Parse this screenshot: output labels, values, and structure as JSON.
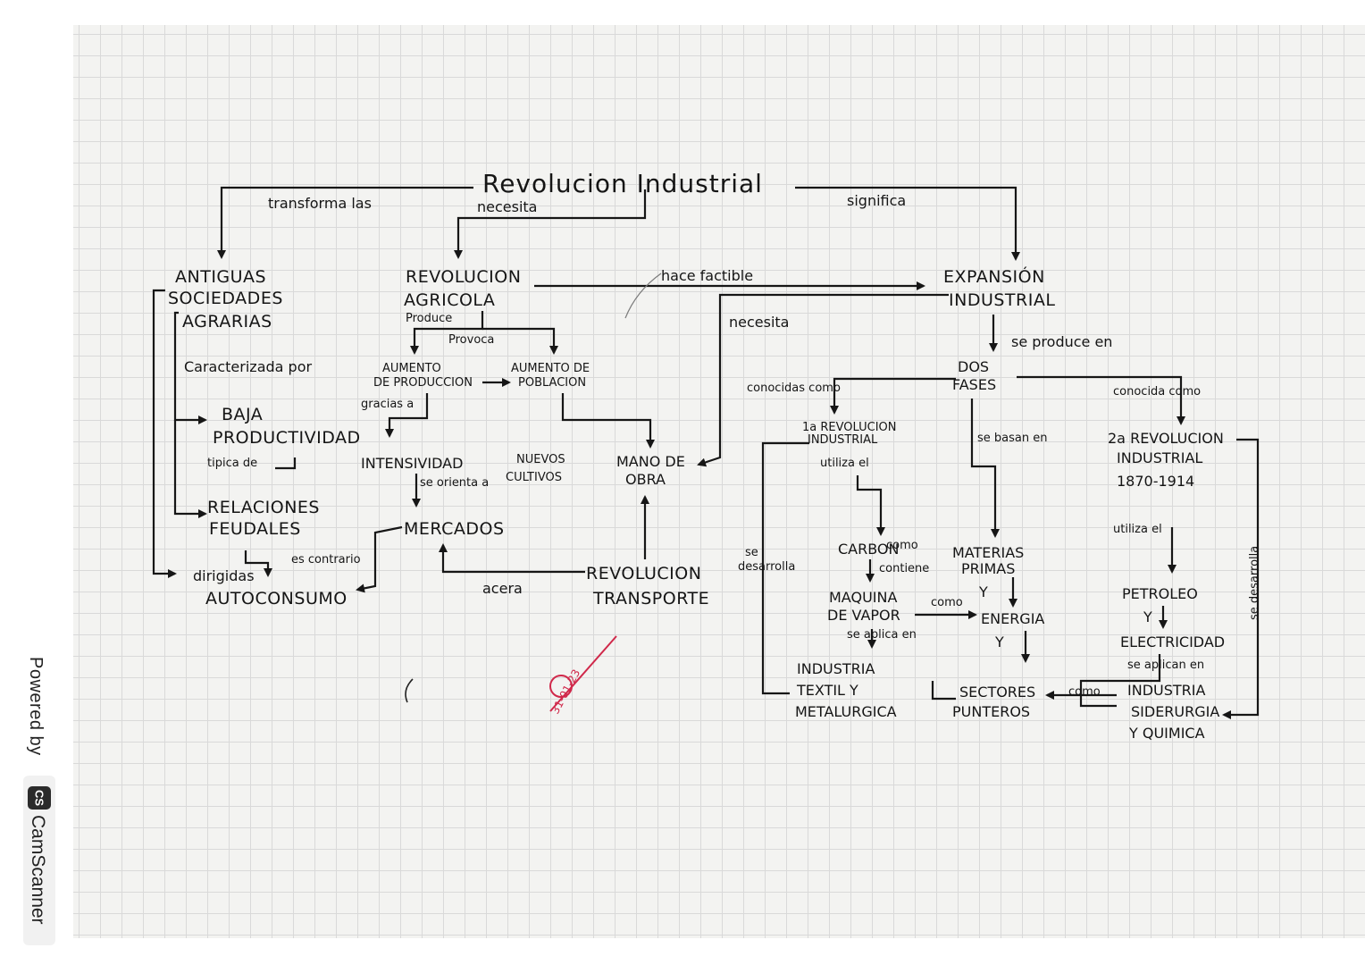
{
  "title": "Revolucion Industrial",
  "links": {
    "transforma": "transforma las",
    "necesita_top": "necesita",
    "significa": "significa",
    "hace_factible": "hace factible",
    "necesita_mano": "necesita",
    "produce": "Produce",
    "provoca": "Provoca",
    "caracterizada": "Caracterizada por",
    "gracias_a": "gracias a",
    "tipica_de": "tipica de",
    "se_orienta": "se orienta a",
    "es_contrario": "es contrario",
    "dirigidas": "dirigidas",
    "acera": "acera",
    "se_produce_en": "se produce en",
    "conocidas_como": "conocidas como",
    "conocida_como": "conocida como",
    "se_basan_en": "se basan en",
    "utiliza_el_1": "utiliza el",
    "utiliza_el_2": "utiliza el",
    "se_desarrolla_1": "se",
    "se_desarrolla_2": "desarrolla",
    "se_desarrolla_right": "se desarrolla",
    "como_1": "como",
    "contiene": "contiene",
    "y_1": "Y",
    "como_2": "como",
    "se_aplica_en": "se aplica en",
    "y_2": "Y",
    "como_3": "como",
    "y_3": "Y",
    "se_aplican_en": "se aplican en"
  },
  "nodes": {
    "antiguas_1": "ANTIGUAS",
    "antiguas_2": "SOCIEDADES",
    "antiguas_3": "AGRARIAS",
    "rev_agricola_1": "REVOLUCION",
    "rev_agricola_2": "AGRICOLA",
    "expansion_1": "EXPANSIÓN",
    "expansion_2": "INDUSTRIAL",
    "aumento_prod_1": "AUMENTO",
    "aumento_prod_2": "DE PRODUCCION",
    "aumento_pob_1": "AUMENTO DE",
    "aumento_pob_2": "POBLACION",
    "baja_1": "BAJA",
    "baja_2": "PRODUCTIVIDAD",
    "intensividad": "INTENSIVIDAD",
    "nuevos_1": "NUEVOS",
    "nuevos_2": "CULTIVOS",
    "mano_1": "MANO DE",
    "mano_2": "OBRA",
    "relaciones_1": "RELACIONES",
    "relaciones_2": "FEUDALES",
    "mercados": "MERCADOS",
    "autoconsumo": "AUTOCONSUMO",
    "rev_transporte_1": "REVOLUCION",
    "rev_transporte_2": "TRANSPORTE",
    "dos_fases_1": "DOS",
    "dos_fases_2": "FASES",
    "primera_1": "1a REVOLUCION",
    "primera_2": "INDUSTRIAL",
    "segunda_1": "2a REVOLUCION",
    "segunda_2": "INDUSTRIAL",
    "segunda_3": "1870-1914",
    "carbon": "CARBON",
    "materias_1": "MATERIAS",
    "materias_2": "PRIMAS",
    "maquina_1": "MAQUINA",
    "maquina_2": "DE VAPOR",
    "energia": "ENERGIA",
    "petroleo": "PETROLEO",
    "electricidad": "ELECTRICIDAD",
    "industria_como": "INDUSTRIA",
    "textil": "TEXTIL Y",
    "metalurgica": "METALURGICA",
    "sectores_1": "SECTORES",
    "sectores_2": "PUNTEROS",
    "industria_sid_1": "INDUSTRIA",
    "industria_sid_2": "SIDERURGIA",
    "industria_sid_3": "Y QUIMICA"
  },
  "stamp": "31-01-23",
  "footer": {
    "powered": "Powered by",
    "badge": "CS",
    "brand": "CamScanner"
  },
  "colors": {
    "ink": "#161616",
    "grid": "#d9d9d9",
    "paper": "#f3f3f1",
    "stamp": "#d0284a"
  }
}
